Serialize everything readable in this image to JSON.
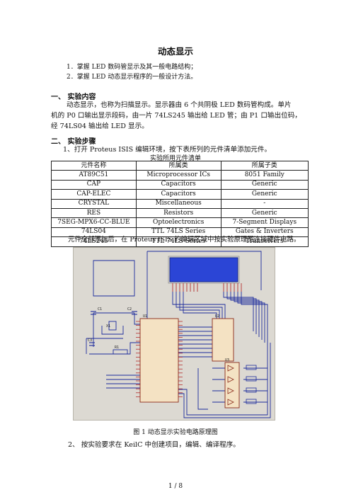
{
  "title": "动态显示",
  "objectives": [
    "1．掌握 LED 数码管显示及其一般电路结构；",
    "2．掌握 LED 动态显示程序的一般设计方法。"
  ],
  "section1": {
    "heading": "一、  实验内容",
    "lines": [
      "动态显示，也称为扫描显示。显示器由 6 个共阴极 LED 数码管构成。单片",
      "机的 P0 口输出显示段码，由一片 74LS245 输出给 LED 管；由 P1 口输出位码，",
      "经 74LS04 输出给 LED 显示。"
    ]
  },
  "section2": {
    "heading": "二、  实验步骤",
    "step1": "1、打开 Proteus ISIS 编辑环境，按下表所列的元件清单添加元件。",
    "table_caption": "实验所用元件清单",
    "table_headers": [
      "元件名称",
      "所属类",
      "所属子类"
    ],
    "table_rows": [
      [
        "AT89C51",
        "Microprocessor ICs",
        "8051 Family"
      ],
      [
        "CAP",
        "Capacitors",
        "Generic"
      ],
      [
        "CAP-ELEC",
        "Capacitors",
        "Generic"
      ],
      [
        "CRYSTAL",
        "Miscellaneous",
        "-"
      ],
      [
        "RES",
        "Resistors",
        "Generic"
      ],
      [
        "7SEG-MPX6-CC-BLUE",
        "Optoelectronics",
        "7-Segment Displays"
      ],
      [
        "74LS04",
        "TTL 74LS Series",
        "Gates & Inverters"
      ],
      [
        "74LS245",
        "TTL 74LS Series",
        "Transeivers"
      ]
    ],
    "after_table": "元件全部添加后，在 Proteus ISIS 的编辑区域中按实验原理图连接硬件电路。",
    "figure_caption": "图 1  动态显示实验电路原理图",
    "step2": "2、  按实验要求在 KeilC 中创建项目，编辑、编译程序。"
  },
  "figure_labels": {
    "u1": "U1",
    "u2": "U2",
    "u3": "U3",
    "c1": "C1",
    "c2": "C2",
    "c3": "C3",
    "x1": "X1",
    "r1": "R1"
  },
  "footer": "1 / 8",
  "colors": {
    "schematic_bg": "#dcd9d2",
    "wire": "#1b2a9c",
    "pin": "#b01818",
    "display": "#2b45d6"
  }
}
